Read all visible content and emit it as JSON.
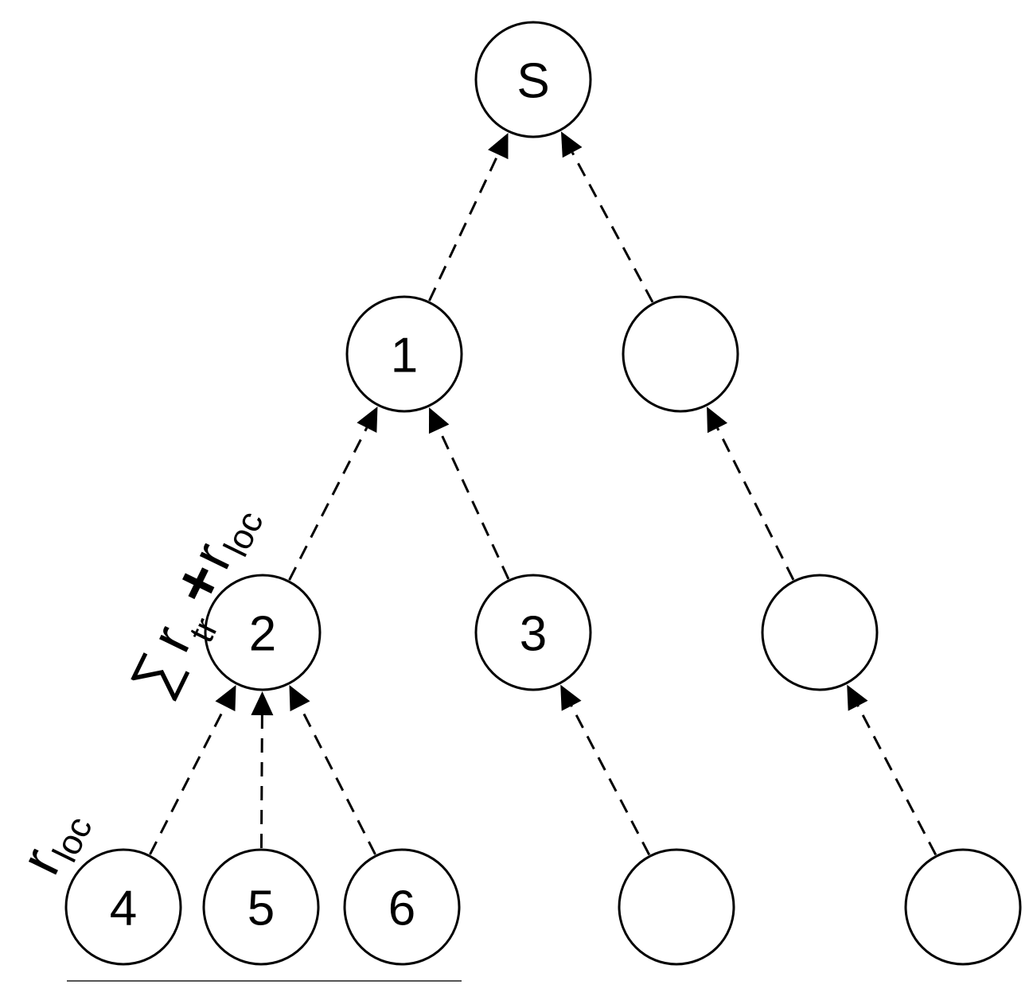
{
  "nodes": [
    {
      "id": "s",
      "label": "S"
    },
    {
      "id": "n1",
      "label": "1"
    },
    {
      "id": "r1",
      "label": ""
    },
    {
      "id": "n2",
      "label": "2"
    },
    {
      "id": "n3",
      "label": "3"
    },
    {
      "id": "r2",
      "label": ""
    },
    {
      "id": "n4",
      "label": "4"
    },
    {
      "id": "n5",
      "label": "5"
    },
    {
      "id": "n6",
      "label": "6"
    },
    {
      "id": "r3",
      "label": ""
    },
    {
      "id": "r4",
      "label": ""
    }
  ],
  "edges": [
    {
      "from": "n1",
      "to": "s"
    },
    {
      "from": "r1",
      "to": "s"
    },
    {
      "from": "n2",
      "to": "n1"
    },
    {
      "from": "n3",
      "to": "n1"
    },
    {
      "from": "r2",
      "to": "r1"
    },
    {
      "from": "n4",
      "to": "n2"
    },
    {
      "from": "n5",
      "to": "n2"
    },
    {
      "from": "n6",
      "to": "n2"
    },
    {
      "from": "r3",
      "to": "n3"
    },
    {
      "from": "r4",
      "to": "r2"
    }
  ],
  "annotations": {
    "sum_symbol": "∑",
    "sum_term1": "r",
    "sum_term1_sub": "tr",
    "plus": "+",
    "sum_term2": "r",
    "sum_term2_sub": "loc",
    "leaf_term": "r",
    "leaf_term_sub": "loc"
  },
  "colors": {
    "stroke": "#000000",
    "background": "#ffffff"
  }
}
